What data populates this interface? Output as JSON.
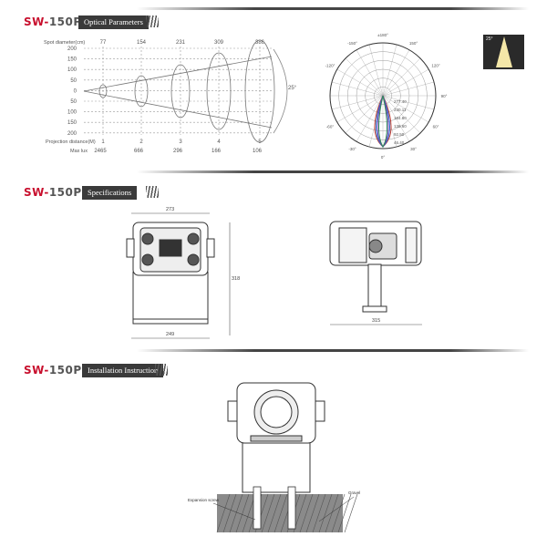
{
  "sections": {
    "optical": {
      "model_prefix": "SW-",
      "model_suffix": "150P",
      "tag": "Optical Parameters"
    },
    "specs": {
      "model_prefix": "SW-",
      "model_suffix": "150P",
      "tag": "Specifications"
    },
    "install": {
      "model_prefix": "SW-",
      "model_suffix": "150P",
      "tag": "Installation Instruction"
    }
  },
  "beam_table": {
    "spot_label": "Spot diameter(cm)",
    "spot_values": [
      "77",
      "154",
      "231",
      "309",
      "386"
    ],
    "y_ticks": [
      "200",
      "150",
      "100",
      "50",
      "0",
      "50",
      "100",
      "150",
      "200"
    ],
    "projection_label": "Projection distance(M)",
    "distances": [
      "1",
      "2",
      "3",
      "4",
      "5"
    ],
    "lux_label": "Max lux",
    "lux_values": [
      "2465",
      "666",
      "296",
      "166",
      "106"
    ],
    "beam_angle": "25°"
  },
  "polar": {
    "angle_labels": [
      {
        "text": "±180°",
        "a": 0
      },
      {
        "text": "-150°",
        "a": -30
      },
      {
        "text": "150°",
        "a": 30
      },
      {
        "text": "-120°",
        "a": -60
      },
      {
        "text": "120°",
        "a": 60
      },
      {
        "text": "90°",
        "a": 90
      },
      {
        "text": "-60°",
        "a": -120
      },
      {
        "text": "60°",
        "a": 120
      },
      {
        "text": "-30°",
        "a": -150
      },
      {
        "text": "30°",
        "a": 150
      },
      {
        "text": "0°",
        "a": 180
      }
    ],
    "ring_values": [
      "277.40",
      "230.11",
      "184.80",
      "138.60",
      "92.50",
      "46.40"
    ]
  },
  "thumbnail": {
    "angle_label": "25°",
    "glow_color": "#f4e7a8"
  },
  "dimensions": {
    "front_width": "273",
    "front_height": "318",
    "base_width": "249",
    "side_width": "315"
  },
  "install_labels": {
    "left": "Expansion screw",
    "right": "Gravel"
  }
}
